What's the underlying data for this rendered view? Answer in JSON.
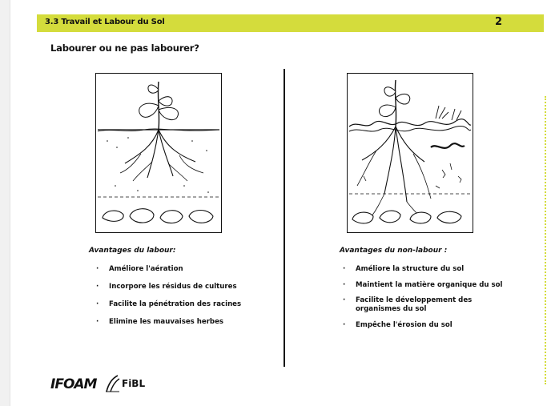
{
  "header": {
    "title": "3.3 Travail et Labour du Sol",
    "page_number": "2"
  },
  "subtitle": "Labourer ou ne pas labourer?",
  "left": {
    "title": "Avantages du labour:",
    "items": [
      "Améliore l'aération",
      "Incorpore les résidus de cultures",
      "Facilite la pénétration des racines",
      "Elimine les mauvaises herbes"
    ]
  },
  "right": {
    "title": "Avantages du non-labour :",
    "items": [
      "Améliore la structure du sol",
      "Maintient la matière organique du sol",
      "Facilite le développement des organismes du sol",
      "Empêche l'érosion du sol"
    ]
  },
  "bullet": "·",
  "logos": {
    "ifoam": "IFOAM",
    "fibl": "FiBL"
  },
  "colors": {
    "header_bg": "#d4dc3c",
    "text": "#111111"
  }
}
